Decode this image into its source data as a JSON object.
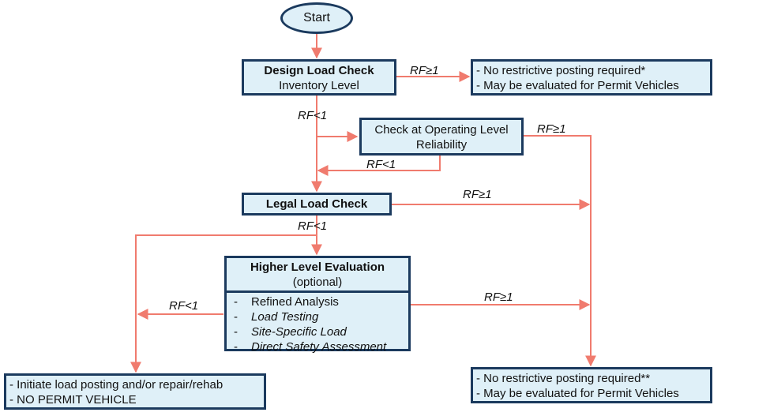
{
  "start": "Start",
  "design_check": {
    "title": "Design Load Check",
    "subtitle": "Inventory Level"
  },
  "operating_check": {
    "line1": "Check at Operating Level",
    "line2": "Reliability"
  },
  "legal_check": {
    "title": "Legal Load Check"
  },
  "higher_eval": {
    "title": "Higher Level Evaluation",
    "subtitle": "(optional)",
    "items": [
      {
        "dash": "-",
        "text": "Refined Analysis"
      },
      {
        "dash": "-",
        "text": "Load Testing"
      },
      {
        "dash": "-",
        "text": "Site-Specific Load"
      },
      {
        "dash": "-",
        "text": "Direct Safety Assessment"
      }
    ]
  },
  "outcome_top": {
    "line1": "- No restrictive posting required*",
    "line2": "- May be evaluated for Permit Vehicles"
  },
  "outcome_bottom_right": {
    "line1": "- No restrictive posting required**",
    "line2": "- May be evaluated for Permit Vehicles"
  },
  "outcome_bottom_left": {
    "line1": "- Initiate load posting and/or repair/rehab",
    "line2": "- NO PERMIT VEHICLE"
  },
  "labels": {
    "design_pass": "RF≥1",
    "design_fail": "RF<1",
    "operating_pass": "RF≥1",
    "operating_fail": "RF<1",
    "legal_pass": "RF≥1",
    "legal_fail": "RF<1",
    "higher_fail": "RF<1",
    "higher_pass": "RF≥1"
  },
  "colors": {
    "arrow": "#f07b6e",
    "box_fill": "#dff0f8",
    "box_border": "#1b3a5e"
  }
}
